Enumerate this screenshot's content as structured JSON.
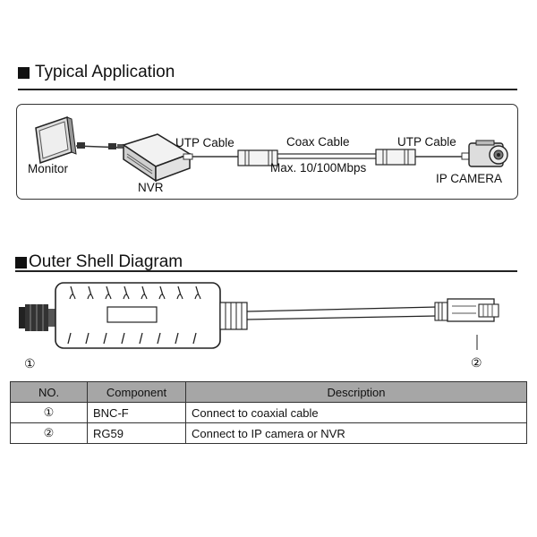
{
  "typical_application": {
    "title": "Typical Application",
    "labels": {
      "monitor": "Monitor",
      "nvr": "NVR",
      "utp_left": "UTP Cable",
      "coax": "Coax Cable",
      "utp_right": "UTP Cable",
      "speed": "Max. 10/100Mbps",
      "ip_camera": "IP CAMERA"
    }
  },
  "outer_shell": {
    "title": "Outer Shell Diagram",
    "marker_1": "①",
    "marker_2": "②"
  },
  "spec_table": {
    "headers": [
      "NO.",
      "Component",
      "Description"
    ],
    "rows": [
      {
        "no": "①",
        "component": "BNC-F",
        "description": "Connect to coaxial cable"
      },
      {
        "no": "②",
        "component": "RG59",
        "description": "Connect to IP camera or NVR"
      }
    ]
  }
}
